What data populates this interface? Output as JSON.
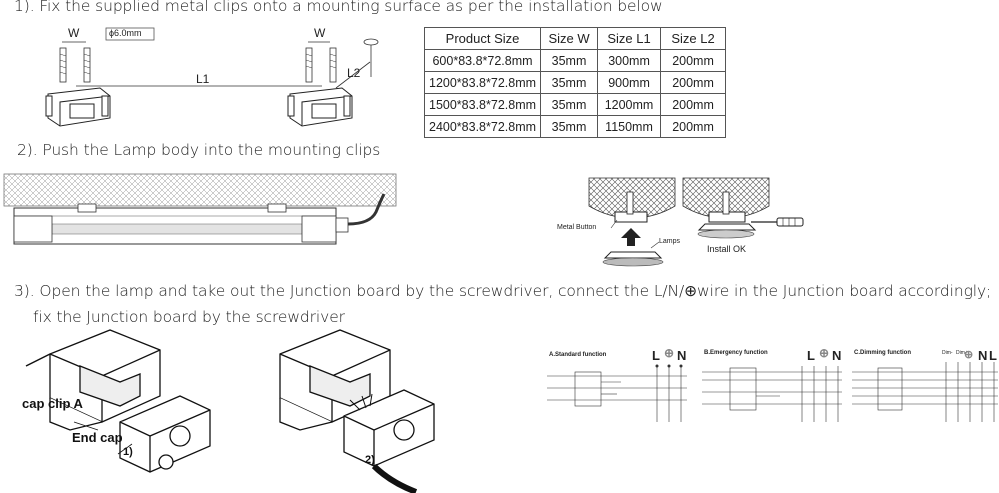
{
  "steps": {
    "step1": "1). Fix the supplied metal clips onto a mounting surface as per the installation below",
    "step2": "2). Push the Lamp body into the mounting clips",
    "step3_line1": "3). Open the lamp and take out the Junction board by the screwdriver, connect the L/N/⊕wire in the Junction board accordingly;",
    "step3_line2": "fix the Junction board by the screwdriver"
  },
  "clip_diagram": {
    "w_left": "W",
    "w_right": "W",
    "hole_label": "ϕ6.0mm",
    "l1": "L1",
    "l2": "L2"
  },
  "spec_table": {
    "headers": [
      "Product Size",
      "Size W",
      "Size L1",
      "Size L2"
    ],
    "rows": [
      [
        "600*83.8*72.8mm",
        "35mm",
        "300mm",
        "200mm"
      ],
      [
        "1200*83.8*72.8mm",
        "35mm",
        "900mm",
        "200mm"
      ],
      [
        "1500*83.8*72.8mm",
        "35mm",
        "1200mm",
        "200mm"
      ],
      [
        "2400*83.8*72.8mm",
        "35mm",
        "1150mm",
        "200mm"
      ]
    ]
  },
  "mount_diagram": {
    "metal_button": "Metal Button",
    "lamps": "Lamps",
    "install_ok": "Install OK"
  },
  "junction_diagram": {
    "cap_clip": "cap clip A",
    "end_cap": "End cap",
    "fig1": "1)",
    "fig2": "2)"
  },
  "wiring": {
    "a_title": "A.Standard  function",
    "b_title": "B.Emergency function",
    "c_title": "C.Dimming  function",
    "l": "L",
    "n": "N",
    "earth": "⊕",
    "dim_minus": "Dim-",
    "dim_plus": "Dim+"
  }
}
